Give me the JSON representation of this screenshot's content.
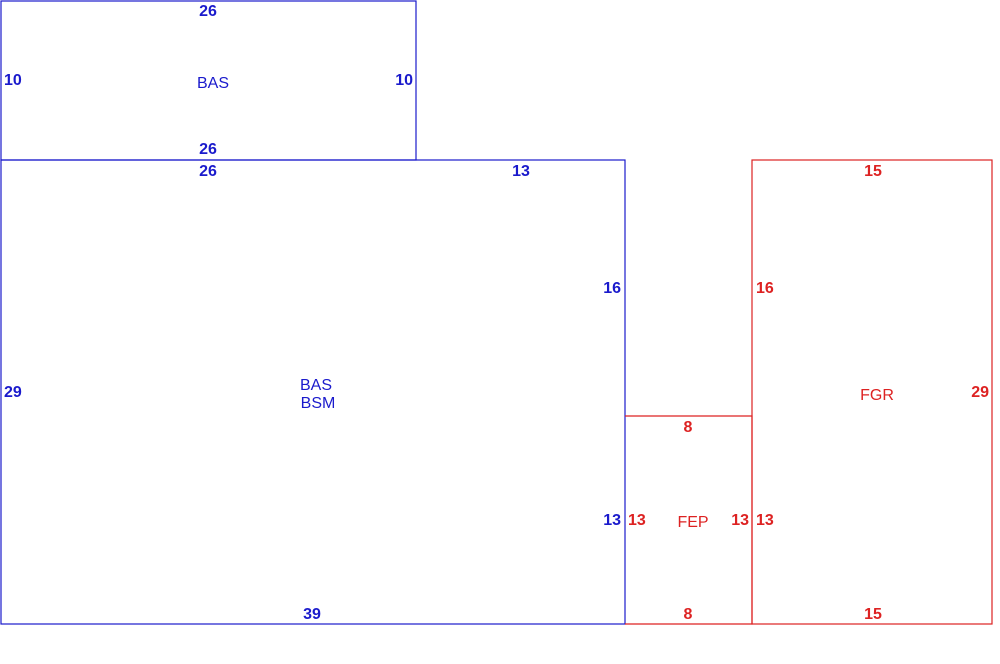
{
  "colors": {
    "living": "#1a1acc",
    "accessory": "#dd2222"
  },
  "areas": {
    "upper_bas": {
      "code": "BAS",
      "dims": {
        "top": "26",
        "bottom": "26",
        "left": "10",
        "right": "10"
      }
    },
    "main_bas": {
      "codes": [
        "BAS",
        "BSM"
      ],
      "dims": {
        "top_left": "26",
        "top_right": "13",
        "left": "29",
        "right_upper": "16",
        "right_lower": "13",
        "bottom": "39"
      }
    },
    "fep": {
      "code": "FEP",
      "dims": {
        "top": "8",
        "bottom": "8",
        "left": "13",
        "right": "13"
      }
    },
    "fgr": {
      "code": "FGR",
      "dims": {
        "top": "15",
        "bottom": "15",
        "left_upper": "16",
        "left_lower": "13",
        "right": "29"
      }
    }
  }
}
